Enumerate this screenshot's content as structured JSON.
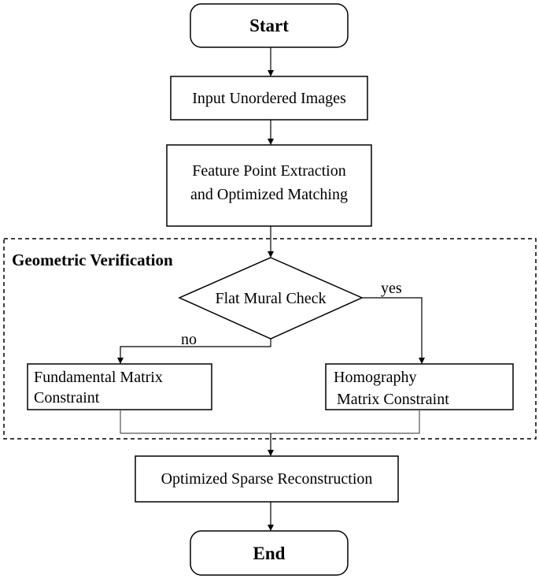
{
  "nodes": {
    "start": "Start",
    "input": "Input Unordered Images",
    "feature_line1": "Feature Point Extraction",
    "feature_line2": "and Optimized Matching",
    "decision": "Flat Mural Check",
    "fundamental_line1": "Fundamental Matrix",
    "fundamental_line2": "Constraint",
    "homography_line1": "Homography",
    "homography_line2": "Matrix Constraint",
    "sparse": "Optimized Sparse Reconstruction",
    "end": "End"
  },
  "group": {
    "title": "Geometric Verification"
  },
  "edge_labels": {
    "yes": "yes",
    "no": "no"
  },
  "colors": {
    "stroke": "#000000",
    "merge_line": "#555555",
    "background": "#ffffff"
  }
}
